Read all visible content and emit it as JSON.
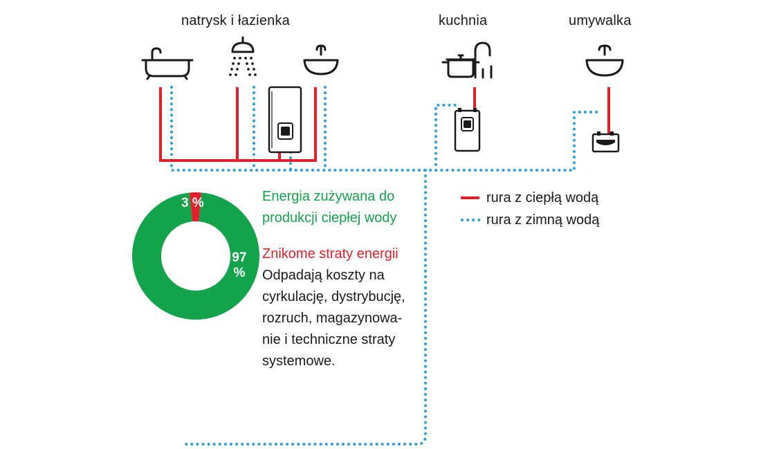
{
  "headers": {
    "shower_bath": "natrysk i łazienka",
    "kitchen": "kuchnia",
    "washbasin": "umywalka"
  },
  "text": {
    "green_heading_line1": "Energia zużywana do",
    "green_heading_line2": "produkcji ciepłej wody",
    "red_heading": "Znikome straty energii",
    "body_line1": "Odpadają koszty na",
    "body_line2": "cyrkulację, dystrybucję,",
    "body_line3": "rozruch, magazynowa-",
    "body_line4": "nie i techniczne straty",
    "body_line5": "systemowe."
  },
  "legend": {
    "hot_pipe": "rura z ciepłą wodą",
    "cold_pipe": "rura z zimną wodą"
  },
  "chart_data": {
    "type": "pie",
    "variant": "donut",
    "slices": [
      {
        "label": "3 %",
        "value": 3,
        "color": "#e2202c"
      },
      {
        "label": "97 %",
        "value": 97,
        "color": "#12a34b"
      }
    ],
    "label_small_line1": "3 %",
    "label_big_line1": "97",
    "label_big_line2": "%"
  },
  "icons": {
    "bathtub": "bathtub-icon",
    "shower": "shower-head-icon",
    "sink": "washbasin-icon",
    "pot": "cooking-pot-icon",
    "faucet": "kitchen-faucet-icon",
    "heater": "instantaneous-water-heater-icon"
  },
  "colors": {
    "hot": "#e2202c",
    "cold": "#2a9fd8",
    "green": "#12a34b",
    "text": "#1a1a1a"
  }
}
